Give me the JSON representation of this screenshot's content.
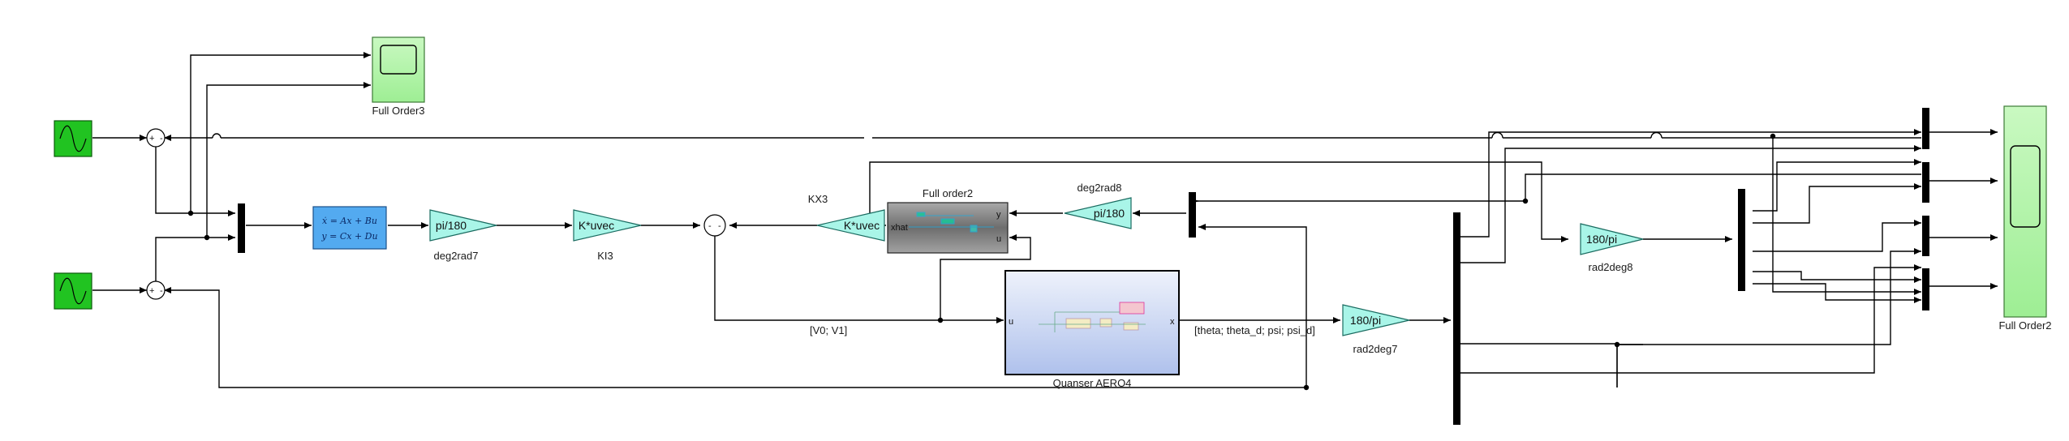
{
  "blocks": {
    "scope_full_order3": {
      "label": "Full Order3"
    },
    "scope_full_order2": {
      "label": "Full Order2"
    },
    "state_space": {
      "line1": "ẋ = Ax + Bu",
      "line2": "y = Cx + Du"
    },
    "deg2rad7": {
      "text": "pi/180",
      "label": "deg2rad7"
    },
    "ki3": {
      "text": "K*uvec",
      "label": "KI3"
    },
    "kx3": {
      "text": "K*uvec",
      "label": "KX3"
    },
    "full_order2": {
      "label": "Full order2",
      "in_xhat": "xhat",
      "out_y": "y",
      "out_u": "u"
    },
    "deg2rad8": {
      "text": "pi/180",
      "label": "deg2rad8"
    },
    "quanser": {
      "label": "Quanser AERO4",
      "in_u": "u",
      "out_x": "x"
    },
    "rad2deg7": {
      "text": "180/pi",
      "label": "rad2deg7"
    },
    "rad2deg8": {
      "text": "180/pi",
      "label": "rad2deg8"
    },
    "sum_top": {
      "s1": "+",
      "s2": "-"
    },
    "sum_bottom": {
      "s1": "+",
      "s2": "-"
    },
    "sum_mid": {
      "s1": "-",
      "s2": "-"
    }
  },
  "signals": {
    "v0v1": "[V0; V1]",
    "states": "[theta; theta_d; psi; psi_d]"
  },
  "colors": {
    "sine_source": "#21c321",
    "scope": "#b8f5b0",
    "gain": "#a9f5e8",
    "state_space": "#53aaf0",
    "subsystem": "#7c7c7c",
    "quanser": "#c2cff0"
  }
}
